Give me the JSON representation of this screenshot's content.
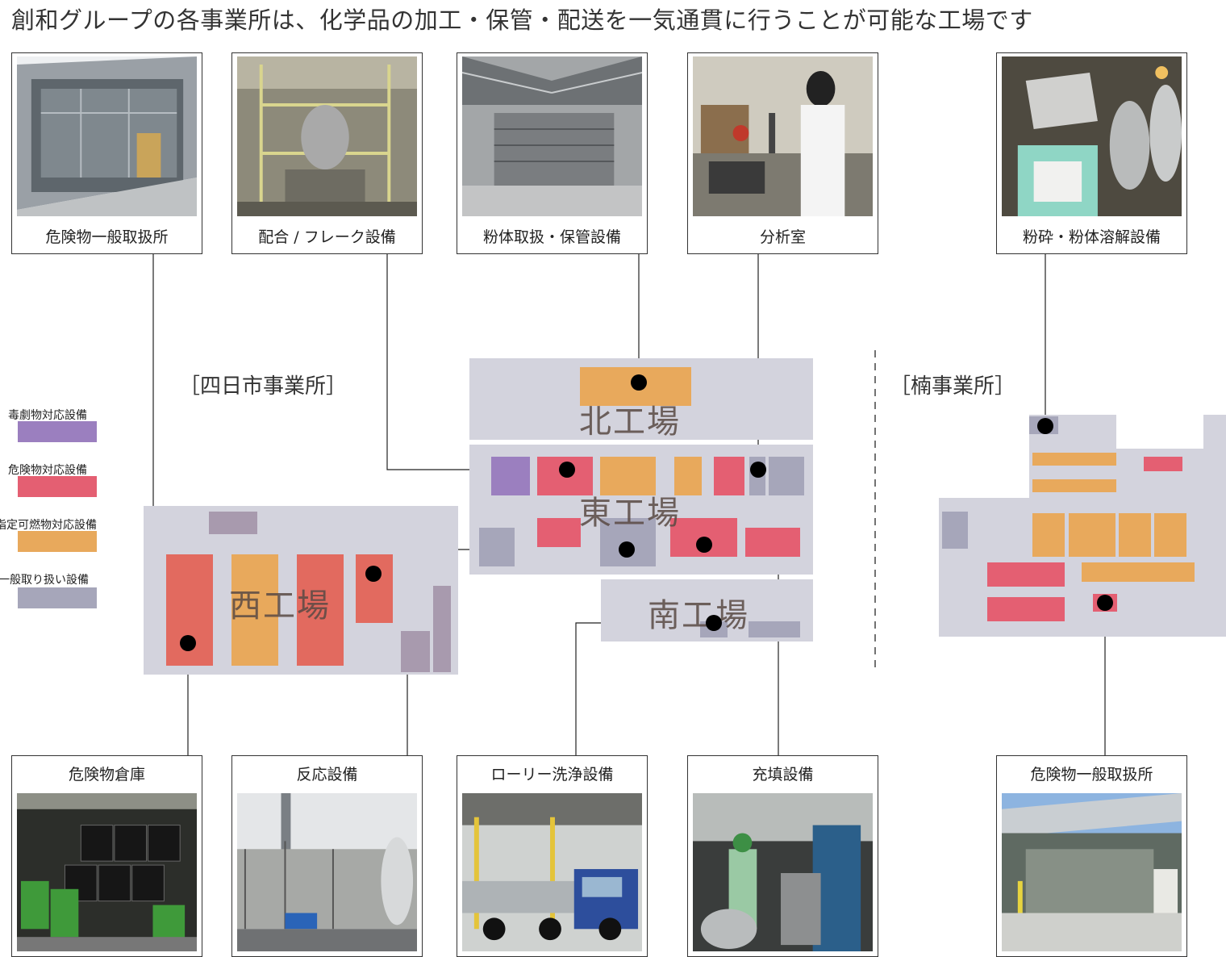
{
  "title": "創和グループの各事業所は、化学品の加工・保管・配送を一気通貫に行うことが可能な工場です",
  "sites": {
    "yokkaichi": "［四日市事業所］",
    "kusu": "［楠事業所］"
  },
  "factories": {
    "north": "北工場",
    "east": "東工場",
    "south": "南工場",
    "west": "西工場"
  },
  "legend": [
    {
      "label": "毒劇物対応設備",
      "color": "#9b7fbf"
    },
    {
      "label": "危険物対応設備",
      "color": "#e45f72"
    },
    {
      "label": "指定可燃物対応設備",
      "color": "#e8a95c"
    },
    {
      "label": "一般取り扱い設備",
      "color": "#a6a6ba"
    }
  ],
  "colors": {
    "building": "#d3d3dd",
    "west_hazard": "#e26a5f"
  },
  "top_cards": [
    {
      "caption": "危険物一般取扱所",
      "icon": "open-shed-photo"
    },
    {
      "caption": "配合 / フレーク設備",
      "icon": "mixing-plant-photo"
    },
    {
      "caption": "粉体取扱・保管設備",
      "icon": "powder-warehouse-photo"
    },
    {
      "caption": "分析室",
      "icon": "laboratory-photo"
    },
    {
      "caption": "粉砕・粉体溶解設備",
      "icon": "grinder-photo"
    }
  ],
  "bottom_cards": [
    {
      "caption": "危険物倉庫",
      "icon": "drum-warehouse-photo"
    },
    {
      "caption": "反応設備",
      "icon": "reactor-photo"
    },
    {
      "caption": "ローリー洗浄設備",
      "icon": "tanker-truck-photo"
    },
    {
      "caption": "充填設備",
      "icon": "filling-station-photo"
    },
    {
      "caption": "危険物一般取扱所",
      "icon": "open-shed-photo"
    }
  ]
}
